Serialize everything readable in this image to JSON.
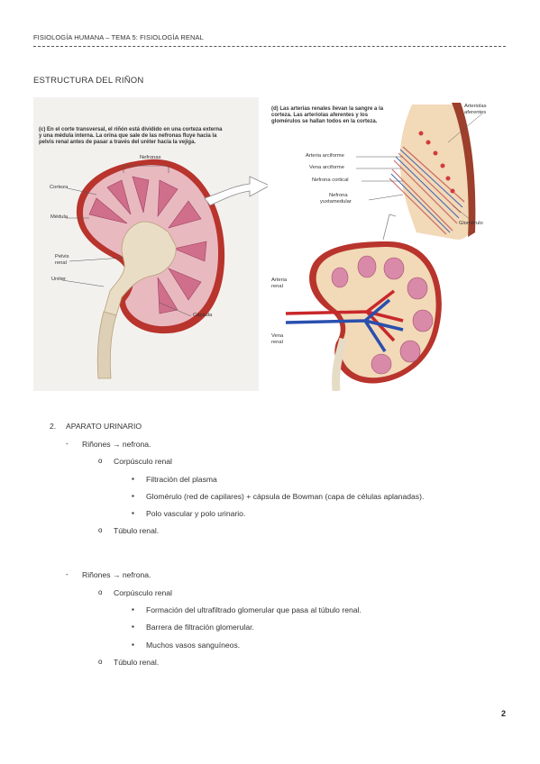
{
  "header": {
    "title": "FISIOLOGÍA HUMANA – TEMA 5: FISIOLOGÍA RENAL"
  },
  "section": {
    "title": "ESTRUCTURA DEL RIÑON"
  },
  "figure": {
    "caption_c": [
      "(c) En el corte transversal, el riñón está dividido en una corteza externa",
      "y una médula interna. La orina que sale de las nefronas fluye hacia la",
      "pelvis renal antes de pasar a través del uréter hacia la vejiga."
    ],
    "caption_d": [
      "(d) Las arterias renales llevan la sangre a la",
      "corteza. Las arteriolas aferentes y los",
      "glomérulos se hallan todos en la corteza."
    ],
    "labels_c": {
      "nefronas": "Nefronas",
      "corteza": "Corteza",
      "medula": "Médula",
      "pelvis1": "Pelvis",
      "pelvis2": "renal",
      "ureter": "Uréter",
      "capsula": "Cápsula"
    },
    "labels_d": {
      "arteriolas1": "Arteriolas",
      "arteriolas2": "aferentes",
      "arteria_arciforme": "Arteria arciforme",
      "vena_arciforme": "Vena arciforme",
      "nefrona_cortical": "Nefrona cortical",
      "nefrona_yuxta1": "Nefrona",
      "nefrona_yuxta2": "yuxtamedular",
      "glomerulo": "Glomérulo",
      "arteria_renal1": "Arteria",
      "arteria_renal2": "renal",
      "vena_renal1": "Vena",
      "vena_renal2": "renal"
    }
  },
  "list": {
    "num": "2.",
    "heading": "APARATO URINARIO",
    "items": [
      {
        "marker": "-",
        "text": "Riñones → nefrona."
      },
      {
        "marker": "o",
        "text": "Corpúsculo renal"
      },
      {
        "marker": "▪",
        "text": "Filtración del plasma"
      },
      {
        "marker": "▪",
        "text": "Glomérulo (red de capilares) + cápsula de Bowman (capa de células aplanadas)."
      },
      {
        "marker": "▪",
        "text": "Polo vascular y polo urinario."
      },
      {
        "marker": "o",
        "text": "Túbulo renal."
      },
      {
        "marker": "-",
        "text": "Riñones → nefrona."
      },
      {
        "marker": "o",
        "text": "Corpúsculo renal"
      },
      {
        "marker": "▪",
        "text": "Formación del ultrafiltrado glomerular que pasa al túbulo renal."
      },
      {
        "marker": "▪",
        "text": "Barrera de filtración glomerular."
      },
      {
        "marker": "▪",
        "text": "Muchos vasos sanguíneos."
      },
      {
        "marker": "o",
        "text": "Túbulo renal."
      }
    ]
  },
  "page": {
    "number": "2"
  }
}
